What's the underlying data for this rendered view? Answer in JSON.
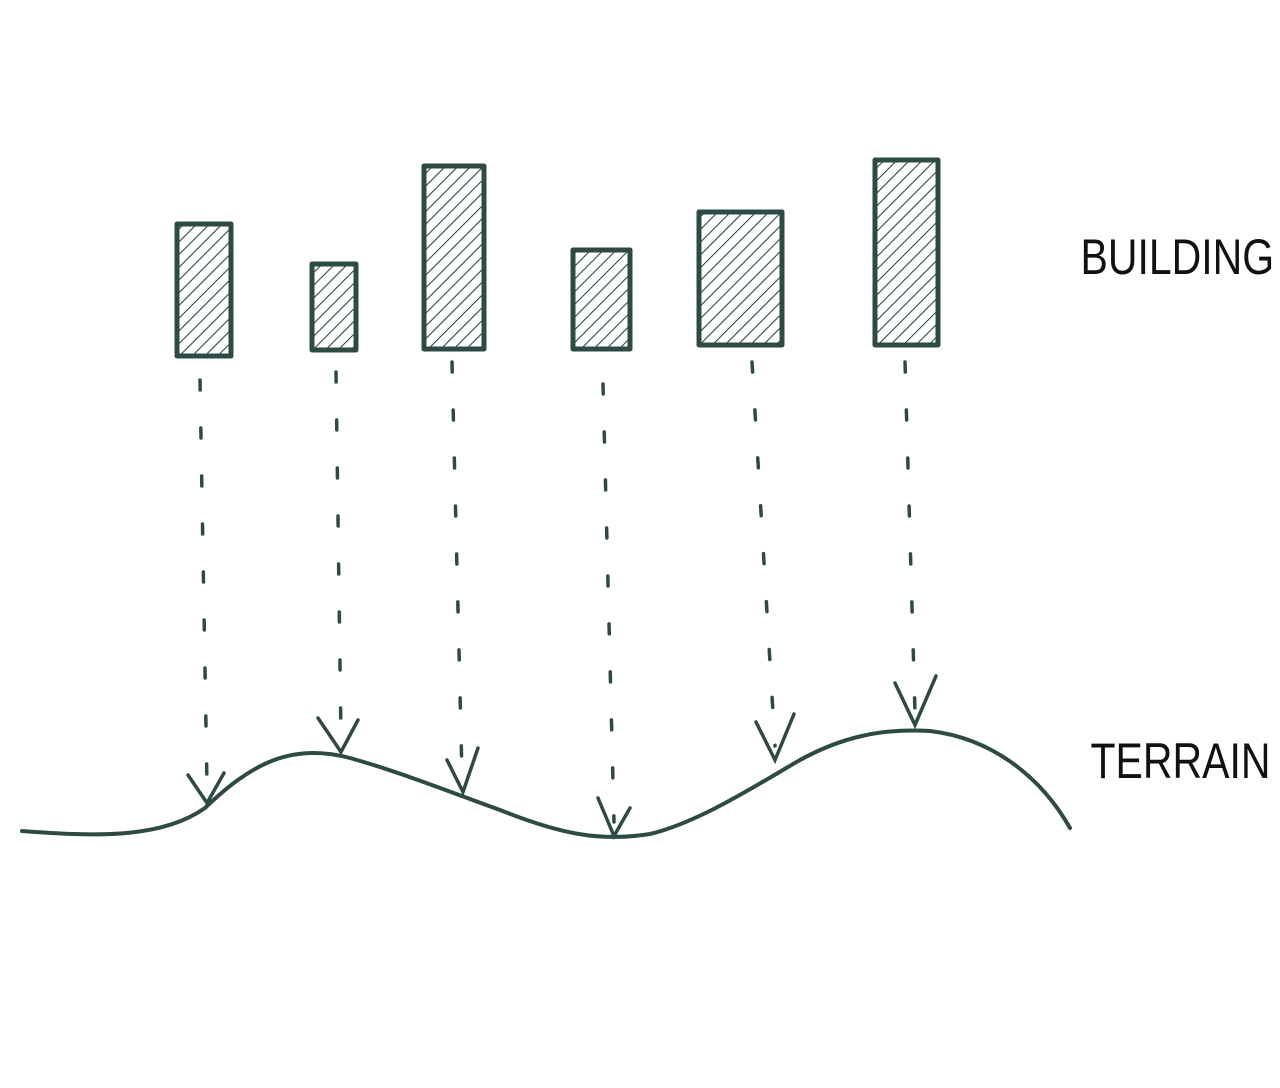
{
  "labels": {
    "building": "BUILDING",
    "terrain": "TERRAIN"
  },
  "colors": {
    "ink": "#2e4a45",
    "text": "#111111",
    "background": "#ffffff"
  },
  "diagram": {
    "building_count": 6,
    "arrow_style": "dashed-down"
  }
}
